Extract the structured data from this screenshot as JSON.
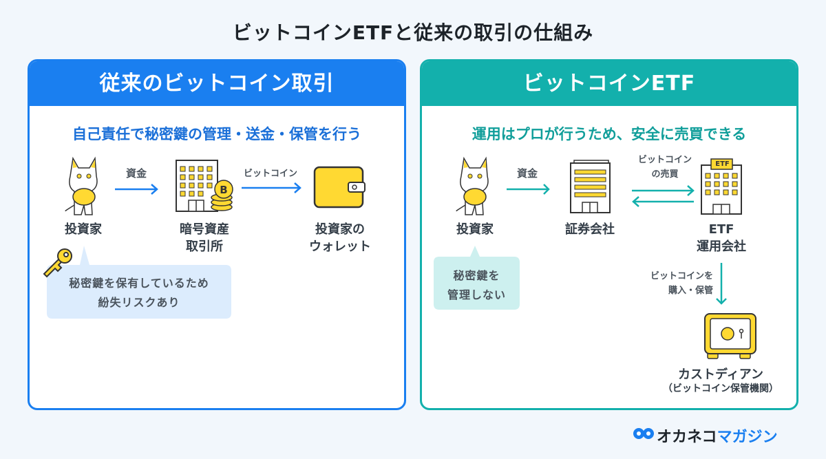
{
  "title": "ビットコインETFと従来の取引の仕組み",
  "colors": {
    "blue": "#1a7ff0",
    "teal": "#13b0ac",
    "yellow": "#ffd932"
  },
  "left": {
    "header": "従来のビットコイン取引",
    "subtitle": "自己責任で秘密鍵の管理・送金・保管を行う",
    "investor": "投資家",
    "arrow1": "資金",
    "exchange": [
      "暗号資産",
      "取引所"
    ],
    "arrow2": "ビットコイン",
    "wallet": [
      "投資家の",
      "ウォレット"
    ],
    "note": [
      "秘密鍵を保有しているため",
      "紛失リスクあり"
    ]
  },
  "right": {
    "header": "ビットコインETF",
    "subtitle": "運用はプロが行うため、安全に売買できる",
    "investor": "投資家",
    "arrow1": "資金",
    "broker": "証券会社",
    "trade": [
      "ビットコイン",
      "の売買"
    ],
    "etf_sign": "ETF",
    "etf": [
      "ETF",
      "運用会社"
    ],
    "buy": [
      "ビットコインを",
      "購入・保管"
    ],
    "custodian": "カストディアン",
    "custodian_sub": "（ビットコイン保管機関）",
    "note": [
      "秘密鍵を",
      "管理しない"
    ]
  },
  "logo": {
    "part1": "オカネコ",
    "part2": "マガジン"
  }
}
